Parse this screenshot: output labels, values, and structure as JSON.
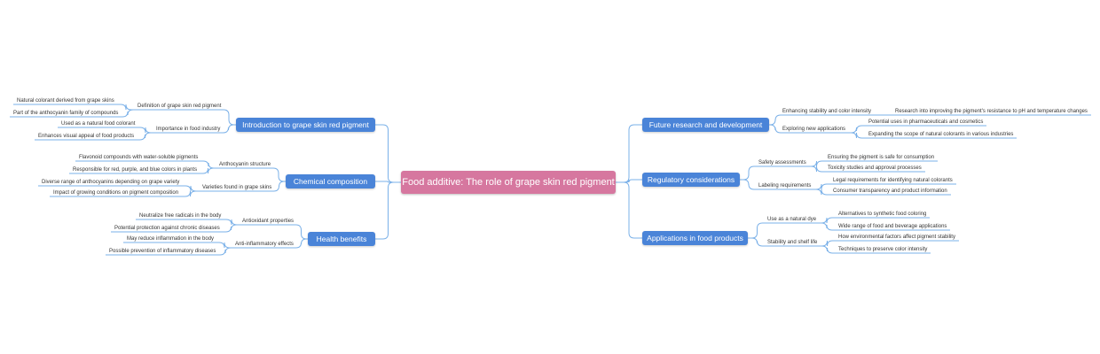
{
  "root": {
    "label": "Food additive: The role of grape skin red pigment"
  },
  "colors": {
    "root": "#d6779f",
    "topic": "#4a84d8",
    "line": "#7ab0e8"
  },
  "left": [
    {
      "label": "Introduction to grape skin red pigment",
      "children": [
        {
          "label": "Definition of grape skin red pigment",
          "children": [
            "Natural colorant derived from grape skins",
            "Part of the anthocyanin family of compounds"
          ]
        },
        {
          "label": "Importance in food industry",
          "children": [
            "Used as a natural food colorant",
            "Enhances visual appeal of food products"
          ]
        }
      ]
    },
    {
      "label": "Chemical composition",
      "children": [
        {
          "label": "Anthocyanin structure",
          "children": [
            "Flavonoid compounds with water-soluble pigments",
            "Responsible for red, purple, and blue colors in plants"
          ]
        },
        {
          "label": "Varieties found in grape skins",
          "children": [
            "Diverse range of anthocyanins depending on grape variety",
            "Impact of growing conditions on pigment composition"
          ]
        }
      ]
    },
    {
      "label": "Health benefits",
      "children": [
        {
          "label": "Antioxidant properties",
          "children": [
            "Neutralize free radicals in the body",
            "Potential protection against chronic diseases"
          ]
        },
        {
          "label": "Anti-inflammatory effects",
          "children": [
            "May reduce inflammation in the body",
            "Possible prevention of inflammatory diseases"
          ]
        }
      ]
    }
  ],
  "right": [
    {
      "label": "Future research and development",
      "children": [
        {
          "label": "Enhancing stability and color intensity",
          "children": [
            "Research into improving the pigment's resistance to pH and temperature changes"
          ]
        },
        {
          "label": "Exploring new applications",
          "children": [
            "Potential uses in pharmaceuticals and cosmetics",
            "Expanding the scope of natural colorants in various industries"
          ]
        }
      ]
    },
    {
      "label": "Regulatory considerations",
      "children": [
        {
          "label": "Safety assessments",
          "children": [
            "Ensuring the pigment is safe for consumption",
            "Toxicity studies and approval processes"
          ]
        },
        {
          "label": "Labeling requirements",
          "children": [
            "Legal requirements for identifying natural colorants",
            "Consumer transparency and product information"
          ]
        }
      ]
    },
    {
      "label": "Applications in food products",
      "children": [
        {
          "label": "Use as a natural dye",
          "children": [
            "Alternatives to synthetic food coloring",
            "Wide range of food and beverage applications"
          ]
        },
        {
          "label": "Stability and shelf life",
          "children": [
            "How environmental factors affect pigment stability",
            "Techniques to preserve color intensity"
          ]
        }
      ]
    }
  ]
}
